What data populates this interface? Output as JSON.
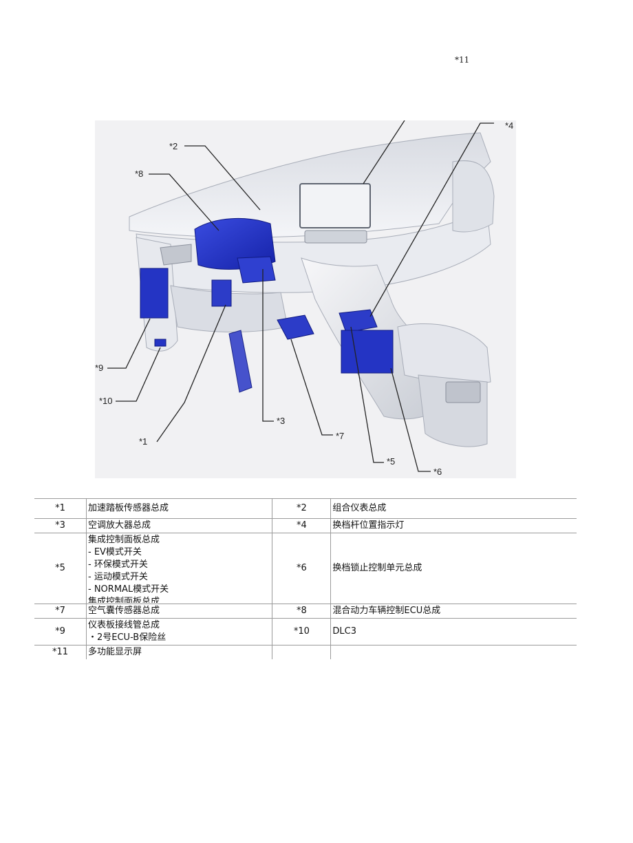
{
  "top_marker": "*11",
  "callouts": {
    "c1": "*1",
    "c2": "*2",
    "c3": "*3",
    "c4": "*4",
    "c5": "*5",
    "c6": "*6",
    "c7": "*7",
    "c8": "*8",
    "c9": "*9",
    "c10": "*10"
  },
  "legend": [
    {
      "n1": "*1",
      "d1": [
        "加速踏板传感器总成"
      ],
      "n2": "*2",
      "d2": "组合仪表总成"
    },
    {
      "n1": "*3",
      "d1": [
        "空调放大器总成"
      ],
      "n2": "*4",
      "d2": "换档杆位置指示灯"
    },
    {
      "n1": "*5",
      "d1": [
        "集成控制面板总成",
        "- EV模式开关",
        "- 环保模式开关",
        "- 运动模式开关",
        "- NORMAL模式开关",
        "集成控制面板总成"
      ],
      "n2": "*6",
      "d2": "换档锁止控制单元总成"
    },
    {
      "n1": "*7",
      "d1": [
        "空气囊传感器总成"
      ],
      "n2": "*8",
      "d2": "混合动力车辆控制ECU总成"
    },
    {
      "n1": "*9",
      "d1": [
        "仪表板接线管总成",
        "・2号ECU-B保险丝"
      ],
      "n2": "*10",
      "d2": "DLC3"
    },
    {
      "n1": "*11",
      "d1": [
        "多功能显示屏"
      ],
      "n2": "",
      "d2": ""
    }
  ],
  "colors": {
    "component_blue": "#2232c8",
    "dash_light": "#e6e8ee",
    "dash_mid": "#c9cdd6",
    "dash_dark": "#8b909c",
    "table_line": "#9a9a9a"
  }
}
